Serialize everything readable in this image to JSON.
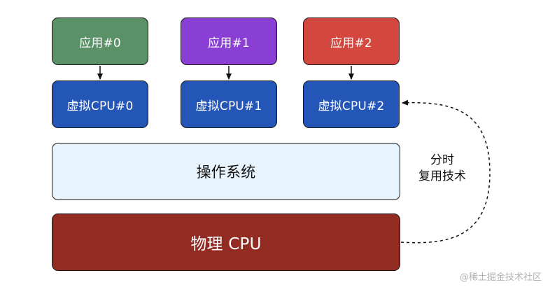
{
  "apps": [
    {
      "label": "应用#0"
    },
    {
      "label": "应用#1"
    },
    {
      "label": "应用#2"
    }
  ],
  "vcpus": [
    {
      "label": "虚拟CPU#0"
    },
    {
      "label": "虚拟CPU#1"
    },
    {
      "label": "虚拟CPU#2"
    }
  ],
  "os": {
    "label": "操作系统"
  },
  "physical_cpu": {
    "label": "物理 CPU"
  },
  "side_note": {
    "line1": "分时",
    "line2": "复用技术"
  },
  "watermark": "@稀土掘金技术社区",
  "colors": {
    "app0": "#5a9167",
    "app1": "#8a3fd4",
    "app2": "#d4473f",
    "vcpu": "#2456b8",
    "os": "#e8f4fd",
    "physical_cpu": "#922b22"
  }
}
